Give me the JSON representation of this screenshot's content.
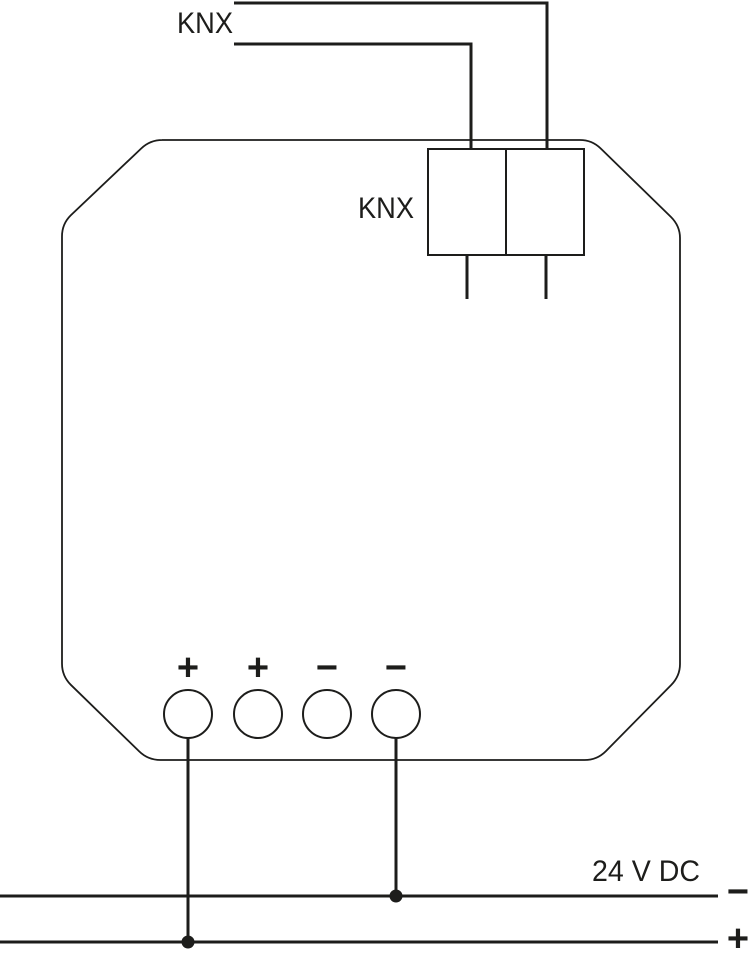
{
  "labels": {
    "bus_top": "KNX",
    "terminal_block": "KNX",
    "power": "24 V DC"
  },
  "terminals": [
    {
      "polarity": "+"
    },
    {
      "polarity": "+"
    },
    {
      "polarity": "−"
    },
    {
      "polarity": "−"
    }
  ],
  "rails": [
    {
      "name": "minus",
      "polarity": "−"
    },
    {
      "name": "plus",
      "polarity": "+"
    }
  ],
  "colors": {
    "line": "#1d1d1b",
    "background": "#ffffff"
  }
}
